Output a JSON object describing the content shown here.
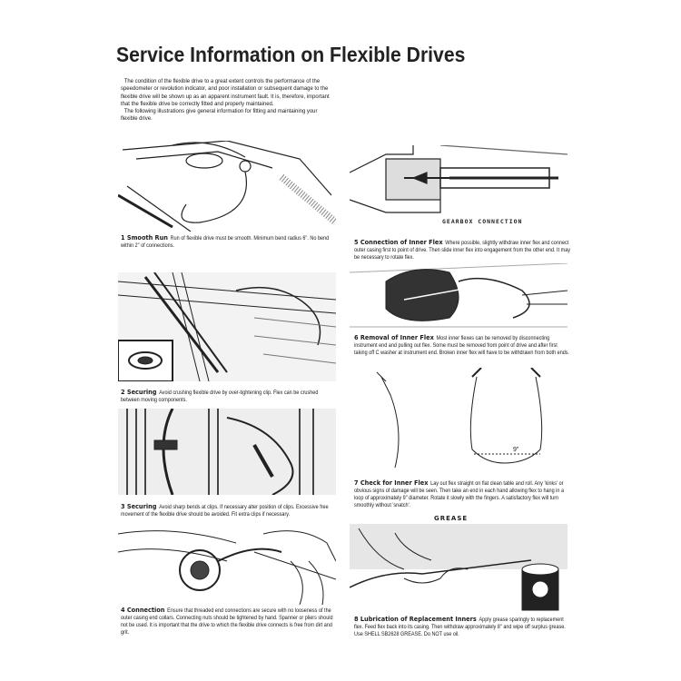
{
  "title": "Service Information on Flexible Drives",
  "intro": [
    "The condition of the flexible drive to a great extent controls the performance of the speedometer or revolution indicator, and poor installation or subsequent damage to the flexible drive will be shown up as an apparent instrument fault. It is, therefore, important that the flexible drive be correctly fitted and properly maintained.",
    "The following illustrations give general information for fitting and maintaining your flexible drive."
  ],
  "sections": [
    {
      "heading": "1 Smooth Run",
      "text": "Run of flexible drive must be smooth. Minimum bend radius 6\". No bend within 2\" of connections."
    },
    {
      "heading": "2 Securing",
      "text": "Avoid crushing flexible drive by over-tightening clip. Flex can be crushed between moving components."
    },
    {
      "heading": "3 Securing",
      "text": "Avoid sharp bends at clips. If necessary alter position of clips. Excessive free movement of the flexible drive should be avoided. Fit extra clips if necessary."
    },
    {
      "heading": "4 Connection",
      "text": "Ensure that threaded end connections are secure with no looseness of the outer casing end collars. Connecting nuts should be tightened by hand. Spanner or pliers should not be used. It is important that the drive to which the flexible drive connects is free from dirt and grit."
    },
    {
      "heading": "5 Connection of Inner Flex",
      "text": "Where possible, slightly withdraw inner flex and connect outer casing first to point of drive. Then slide inner flex into engagement from the other end. It may be necessary to rotate flex."
    },
    {
      "heading": "6 Removal of Inner Flex",
      "text": "Most inner flexes can be removed by disconnecting instrument end and pulling out flex. Some must be removed from point of drive and after first taking off C washer at instrument end. Broken inner flex will have to be withdrawn from both ends."
    },
    {
      "heading": "7 Check for Inner Flex",
      "text": "Lay out flex straight on flat clean table and roll. Any 'kinks' or obvious signs of damage will be seen. Then take an end in each hand allowing flex to hang in a loop of approximately 9\" diameter. Rotate it slowly with the fingers. A satisfactory flex will turn smoothly without 'snatch'."
    },
    {
      "heading": "8 Lubrication of Replacement Inners",
      "text": "Apply grease sparingly to replacement flex. Feed flex back into its casing. Then withdraw approximately 8\" and wipe off surplus grease. Use SHELL SB2628 GREASE. Do NOT use oil."
    }
  ],
  "labels": {
    "gearbox": "GEARBOX CONNECTION",
    "loop_diameter": "9\"",
    "grease": "GREASE"
  }
}
